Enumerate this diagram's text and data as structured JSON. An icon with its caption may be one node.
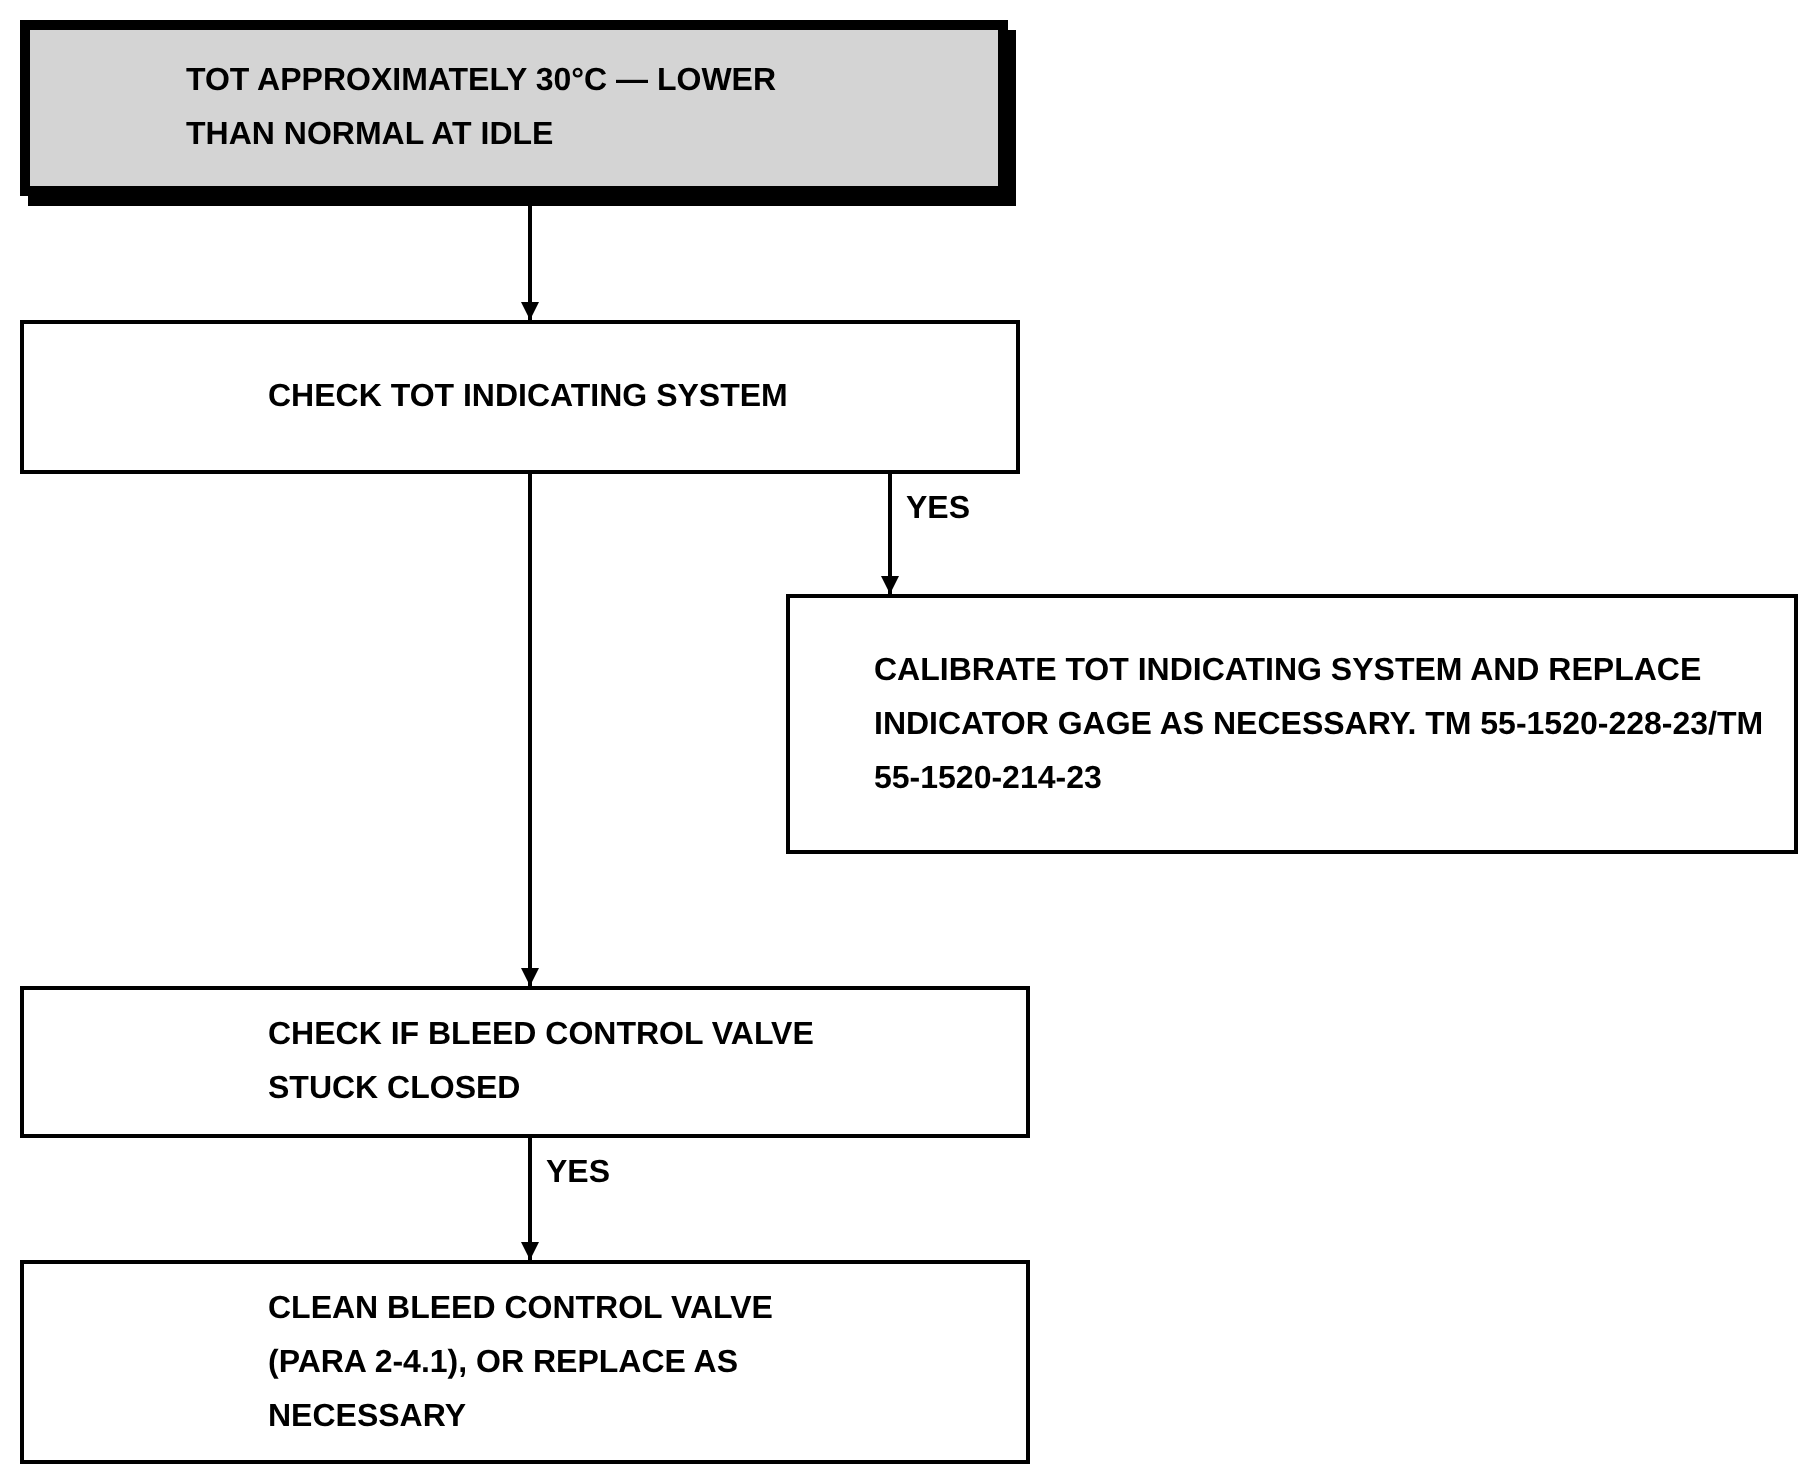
{
  "diagram": {
    "nodes": [
      {
        "text": [
          "TOT APPROXIMATELY 30°C — LOWER THAN NORMAL AT IDLE"
        ]
      },
      {
        "text": [
          "CHECK TOT INDICATING SYSTEM"
        ]
      },
      {
        "text": [
          "CALIBRATE TOT INDICATING SYSTEM AND REPLACE INDICATOR GAGE AS NECESSARY. TM 55-1520-228-23/TM 55-1520-214-23"
        ]
      },
      {
        "text": [
          "CHECK IF BLEED CONTROL VALVE STUCK CLOSED"
        ]
      },
      {
        "text": [
          "CLEAN BLEED CONTROL VALVE (PARA 2-4.1), OR REPLACE AS NECESSARY"
        ]
      }
    ],
    "edges": [
      {
        "from": 0,
        "to": 1,
        "arrow": "to"
      },
      {
        "from": 1,
        "to": 2,
        "arrow": "to",
        "label": "YES"
      },
      {
        "from": 1,
        "to": 3,
        "arrow": "to"
      },
      {
        "from": 3,
        "to": 4,
        "arrow": "to",
        "label": "YES"
      }
    ]
  }
}
